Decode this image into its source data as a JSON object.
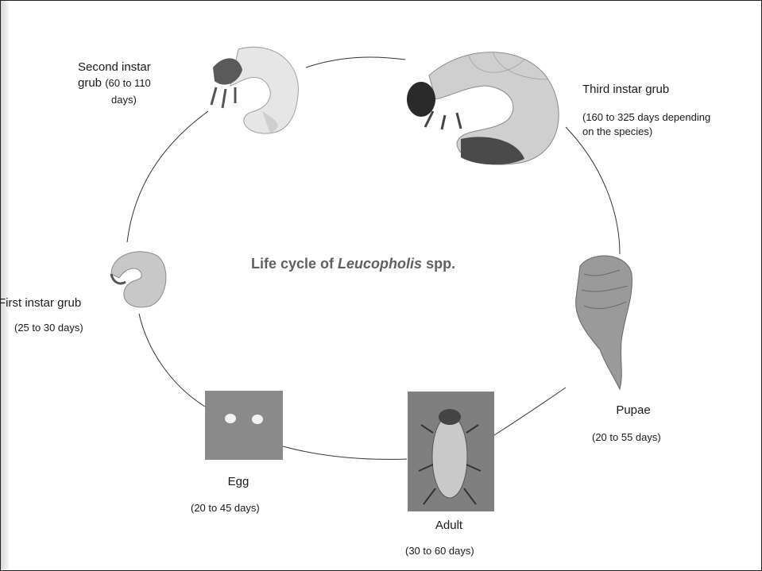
{
  "title": {
    "prefix": "Life cycle of ",
    "genus": "Leucopholis",
    "suffix": " spp."
  },
  "stages": {
    "second_instar": {
      "line1": "Second instar",
      "line2": "grub",
      "dur1": "(60 to 110",
      "dur2": "days)"
    },
    "third_instar": {
      "name": "Third instar grub",
      "dur1": "(160 to 325 days depending",
      "dur2": "on the species)"
    },
    "pupae": {
      "name": "Pupae",
      "duration": "(20 to 55 days)"
    },
    "adult": {
      "name": "Adult",
      "duration": "(30 to 60 days)"
    },
    "egg": {
      "name": "Egg",
      "duration": "(20 to 45 days)"
    },
    "first_instar": {
      "name": "First instar grub",
      "duration": "(25 to 30 days)"
    }
  },
  "colors": {
    "cycle_line": "#333333",
    "photo_background": "#8a8a8a",
    "grub_body": "#d8d8d8",
    "grub_head": "#3a3a3a"
  }
}
